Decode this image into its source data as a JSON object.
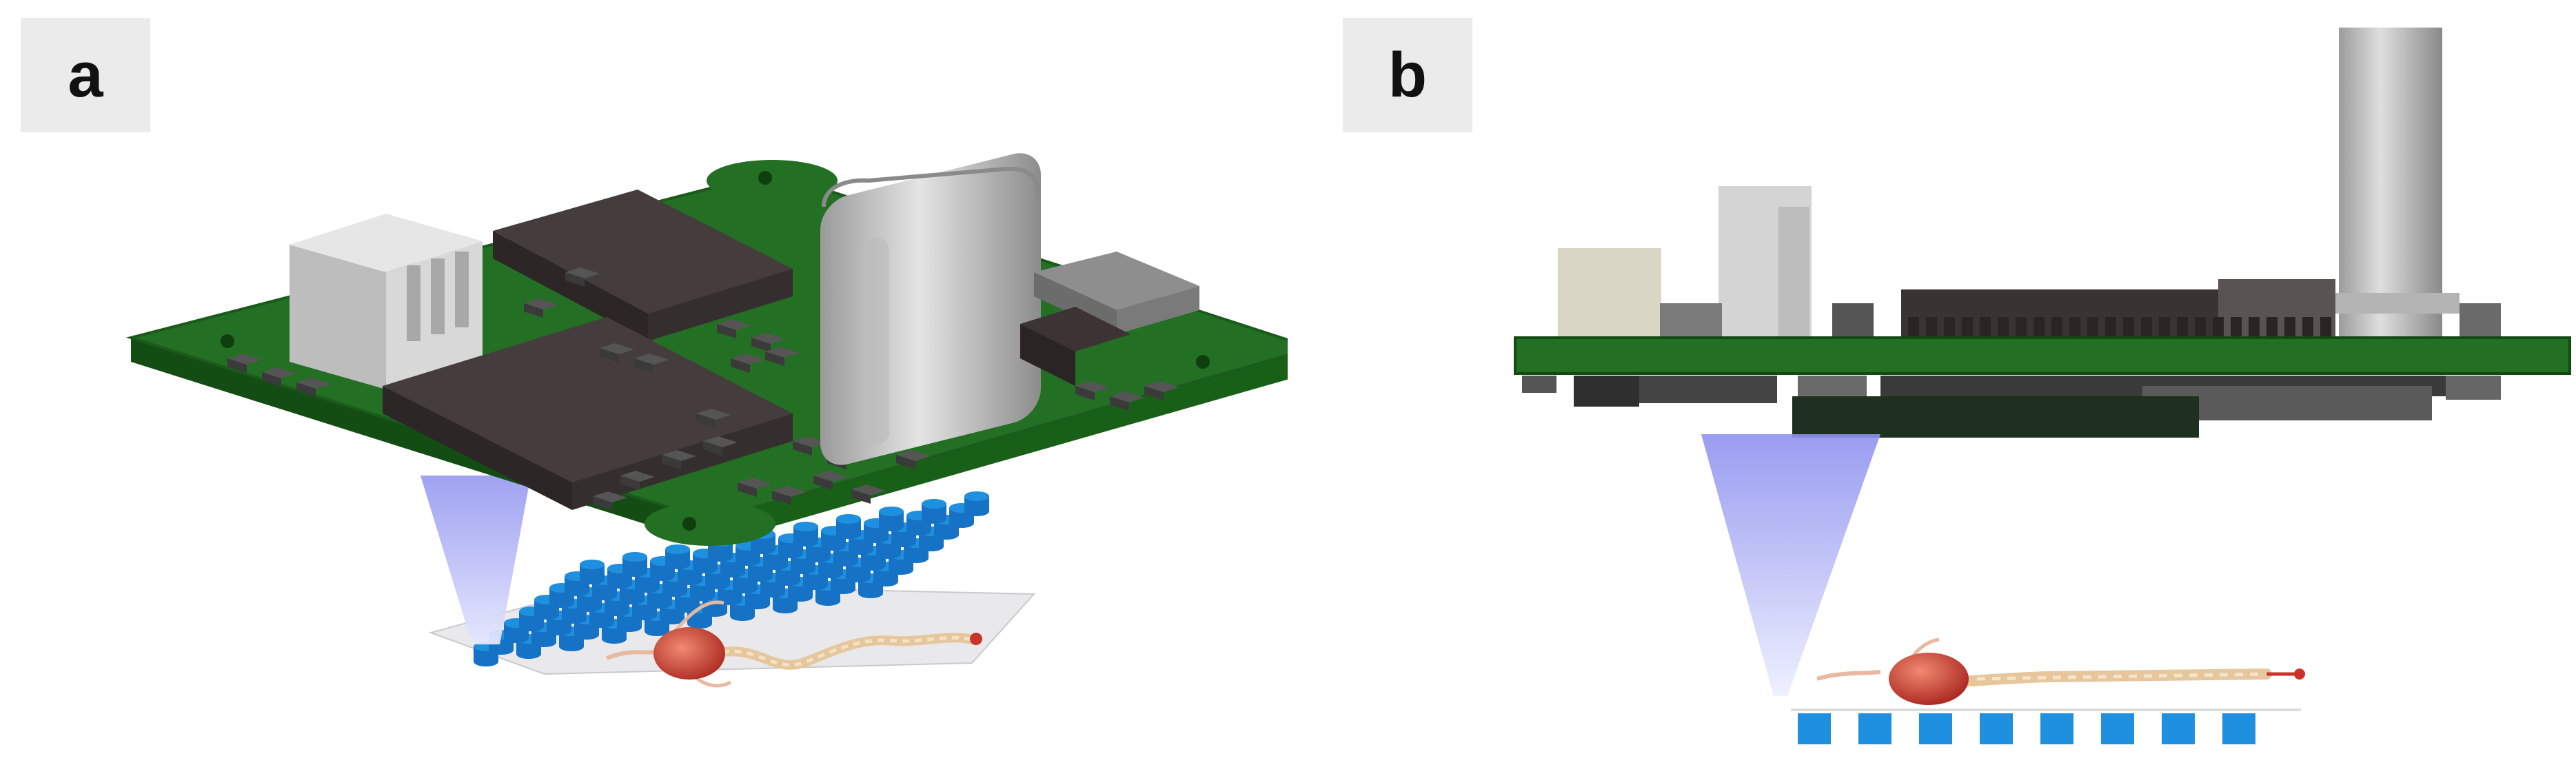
{
  "panels": [
    {
      "id": "a",
      "label": "a"
    },
    {
      "id": "b",
      "label": "b"
    }
  ],
  "colors": {
    "pcb_green": "#1f6e1f",
    "chip_dark": "#3a3333",
    "connector_gray": "#c8c8c8",
    "light_cone": "#9a9cf0",
    "electrode_blue": "#1f8fe0",
    "neuron_red": "#c8342a",
    "axon_beige": "#e8c8a0"
  }
}
